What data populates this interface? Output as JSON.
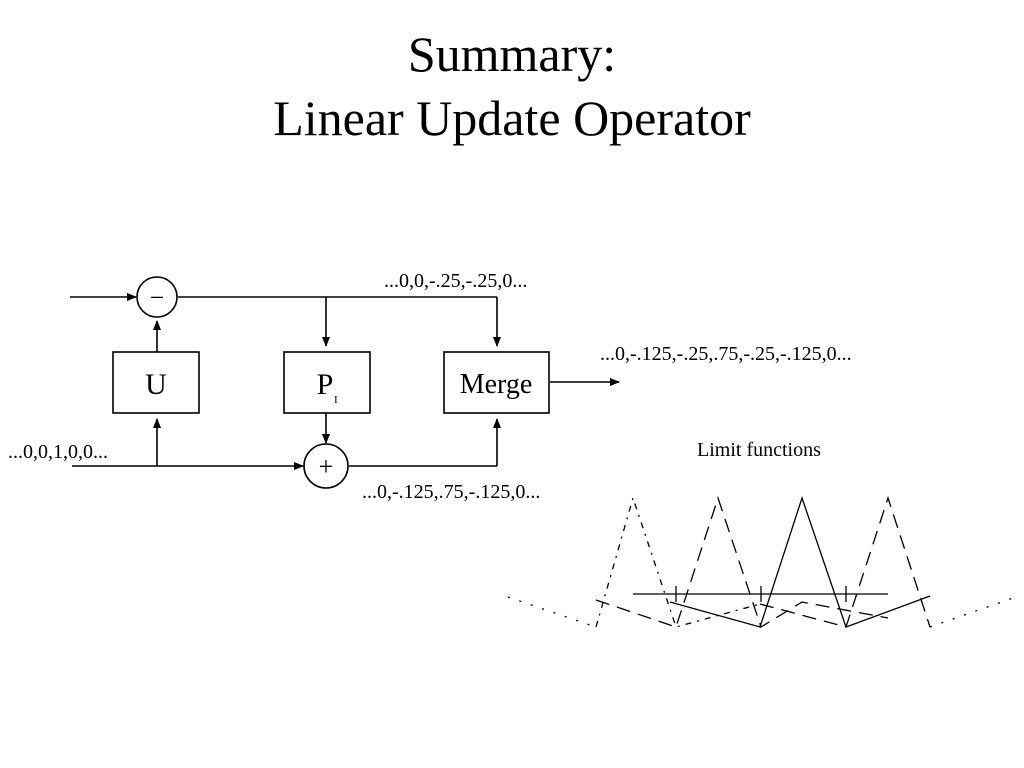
{
  "slide": {
    "title_line1": "Summary:",
    "title_line2": "Linear Update Operator"
  },
  "diagram": {
    "input_sequence": "...0,0,1,0,0...",
    "top_sequence": "...0,0,-.25,-.25,0...",
    "bottom_sequence": "...0,-.125,.75,-.125,0...",
    "output_sequence": "...0,-.125,-.25,.75,-.25,-.125,0...",
    "minus_sign": "−",
    "plus_sign": "+",
    "box_u": "U",
    "box_p": "P",
    "box_p_subscript": "I",
    "box_merge": "Merge",
    "limit_label": "Limit functions"
  }
}
